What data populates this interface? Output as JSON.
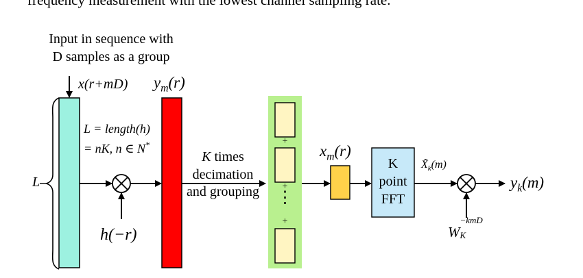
{
  "caption_tail": "frequency measurement with the lowest channel sampling rate.",
  "colors": {
    "input_bar": "#9df1e0",
    "red_bar": "#ff0000",
    "group_panel": "#b9f08f",
    "group_cell": "#fff5c2",
    "xm_block": "#ffd24a",
    "fft_block": "#c7e9f9",
    "stroke": "#000000"
  },
  "labels": {
    "input_line1": "Input in sequence with",
    "input_line2": "D samples as a group",
    "x_input": "x(r+mD)",
    "y_m": "y",
    "y_m_sub": "m",
    "y_m_arg": "(r)",
    "length_line1": "L = length(h)",
    "length_line2": "= nK,  n ∈ N",
    "length_sup": "*",
    "L_side": "L",
    "h_neg": "h(−r)",
    "decim_line1_k": "K",
    "decim_line1_rest": " times",
    "decim_line2": "decimation",
    "decim_line3": "and grouping",
    "x_m": "x",
    "x_m_sub": "m",
    "x_m_arg": "(r)",
    "fft_line1": "K",
    "fft_line2": "point",
    "fft_line3": "FFT",
    "xk_hat": "X̃",
    "xk_sub": "k",
    "xk_arg": "(m)",
    "twiddle": "W",
    "twiddle_sub": "K",
    "twiddle_sup": "−kmD",
    "y_k": "y",
    "y_k_sub": "k",
    "y_k_arg": "(m)",
    "plus": "+",
    "vdots": "⋮"
  },
  "icons": {
    "multiplier": "circled-x-icon",
    "arrow": "arrowhead-icon",
    "brace": "left-brace-icon"
  }
}
